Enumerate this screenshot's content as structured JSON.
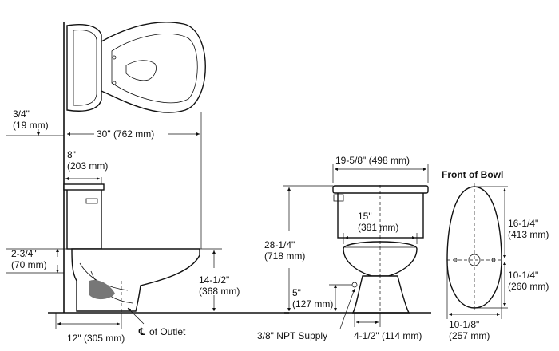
{
  "labels": {
    "floor_offset": [
      "3/4\"",
      "(19 mm)"
    ],
    "overall_depth": "30\" (762 mm)",
    "tank_depth": [
      "8\"",
      "(203 mm)"
    ],
    "supply_side": [
      "2-3/4\"",
      "(70 mm)"
    ],
    "rim_height_side": [
      "14-1/2\"",
      "(368 mm)"
    ],
    "outlet_setback": "12\" (305 mm)",
    "outlet_centerline": "of Outlet",
    "outlet_centerline_symbol": "℄",
    "tank_width": "19-5/8\" (498 mm)",
    "bowl_rim_width": [
      "15\"",
      "(381 mm)"
    ],
    "overall_height": [
      "28-1/4\"",
      "(718 mm)"
    ],
    "supply_height": [
      "5\"",
      "(127 mm)"
    ],
    "supply_type": "3/8\" NPT Supply",
    "supply_offset": "4-1/2\" (114 mm)",
    "front_title": "Front of Bowl",
    "bowl_length_front": [
      "16-1/4\"",
      "(413 mm)"
    ],
    "bowl_length_rear": [
      "10-1/4\"",
      "(260 mm)"
    ],
    "bowl_width": [
      "10-1/8\"",
      "(257 mm)"
    ]
  }
}
